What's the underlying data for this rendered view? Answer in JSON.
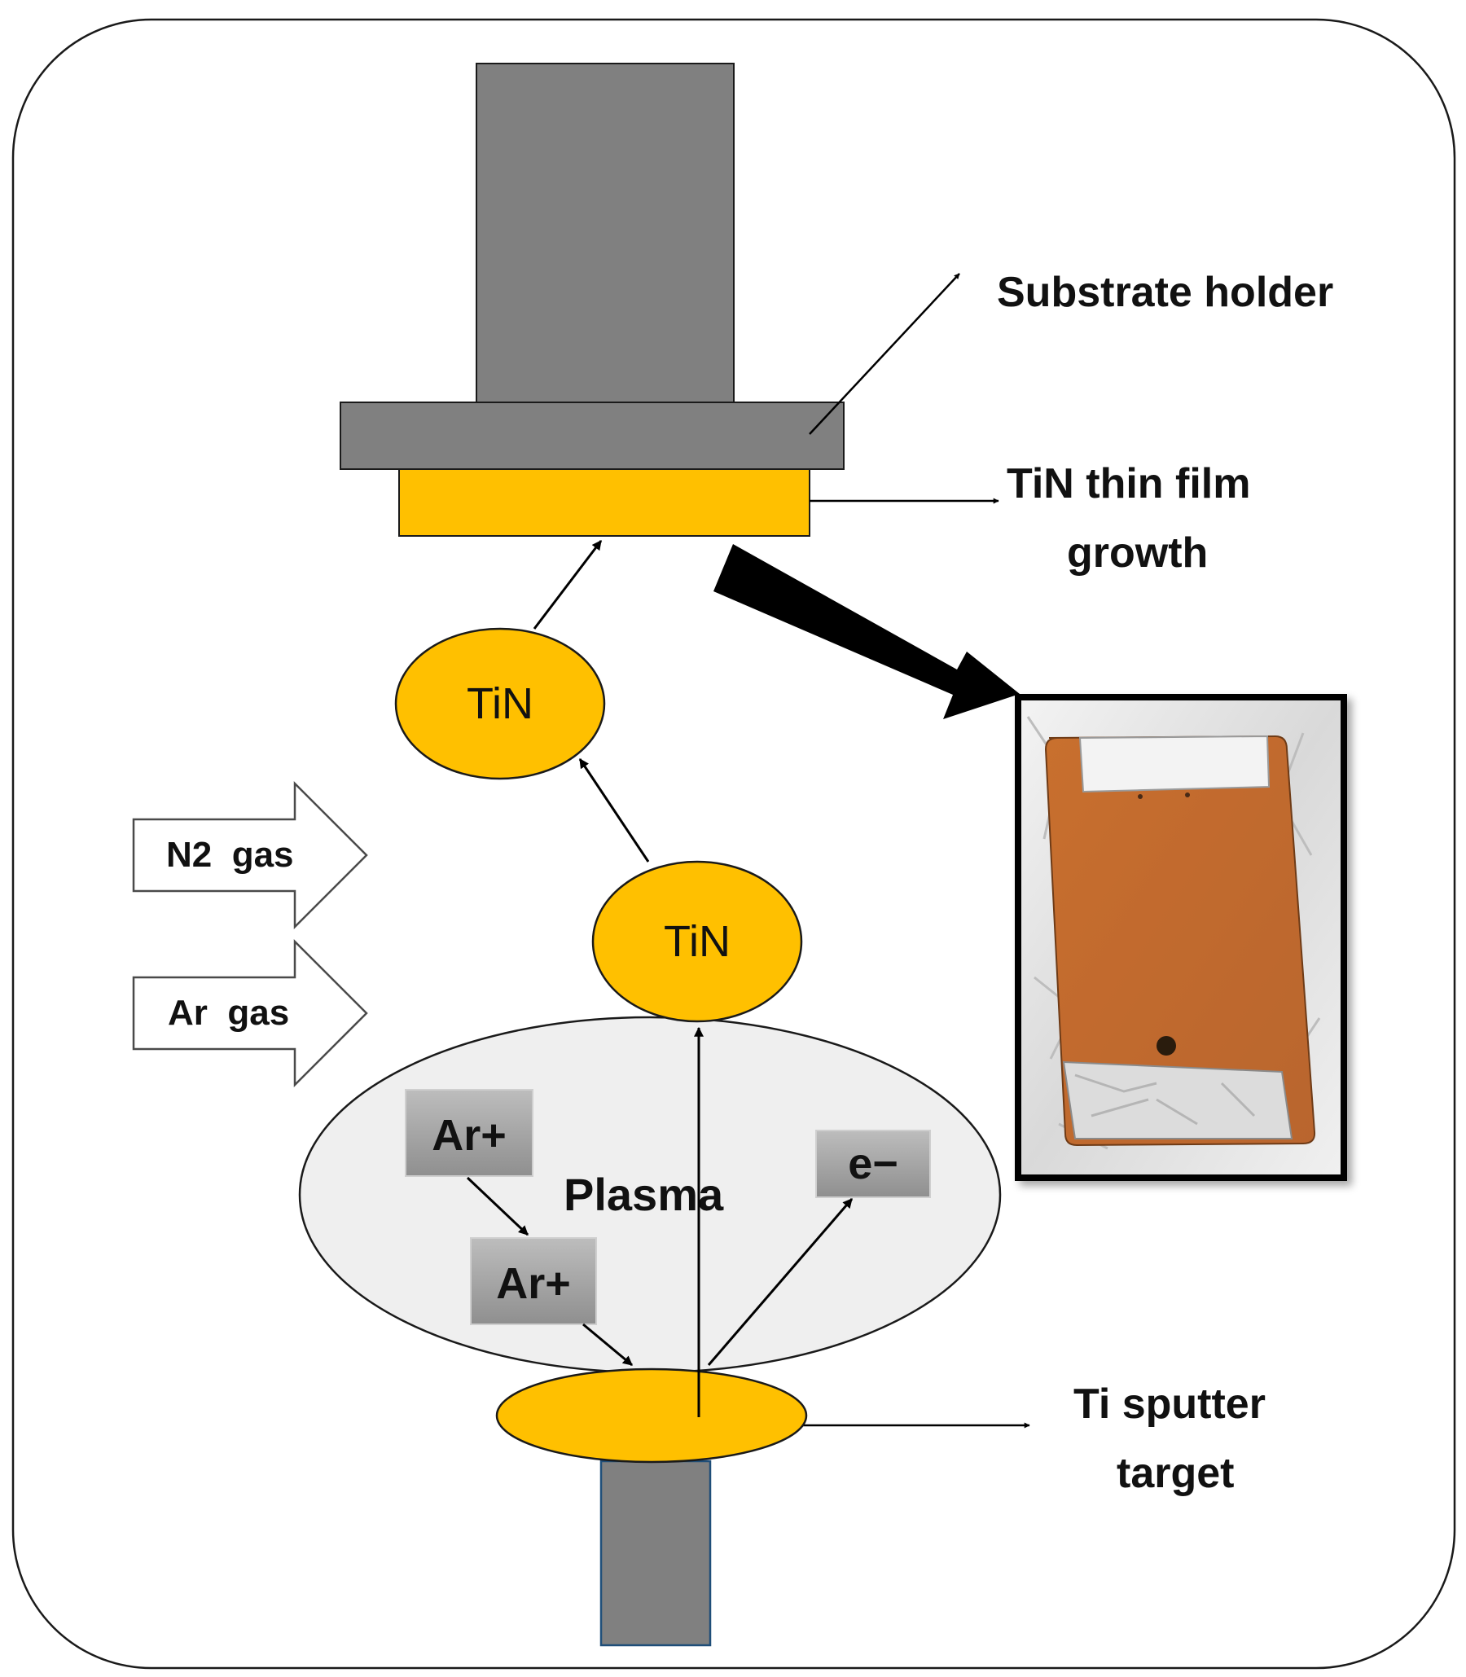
{
  "labels": {
    "substrate_holder": "Substrate holder",
    "film_line1": "TiN thin film",
    "film_line2": "growth",
    "target_line1": "Ti sputter",
    "target_line2": "target",
    "plasma": "Plasma",
    "tin_upper": "TiN",
    "tin_lower": "TiN",
    "n2_gas": "N2  gas",
    "ar_gas": "Ar  gas",
    "ar_ion_upper": "Ar+",
    "ar_ion_lower": "Ar+",
    "electron": "e−"
  },
  "colors": {
    "holder_gray": "#808080",
    "film_gold": "#ffc000",
    "plasma_fill": "#efefef",
    "ion_box": "#a6a6a6",
    "sample_orange": "#c56f34",
    "foil": "#e9e9e9"
  },
  "icons": {
    "inlet_arrow": "hollow-right-arrow",
    "zoom_arrow": "thick-black-arrow",
    "photo": "tin-coated-sample-photo"
  }
}
